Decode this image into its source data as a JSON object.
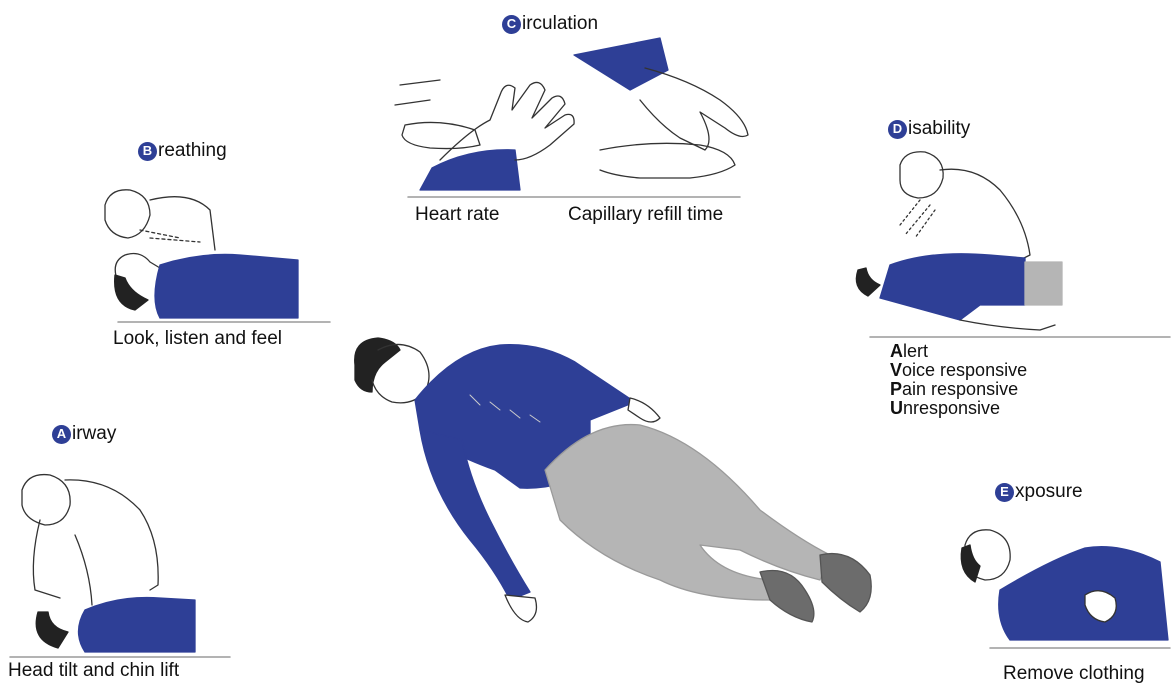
{
  "colors": {
    "accent": "#2e3f96",
    "grey": "#b5b5b5",
    "dark_grey": "#6c6c6c",
    "line": "#9a9a9a"
  },
  "sections": {
    "circulation": {
      "letter": "C",
      "rest": "irculation",
      "captions": [
        "Heart rate",
        "Capillary refill time"
      ],
      "icon": "hands-pulse-check-icon"
    },
    "breathing": {
      "letter": "B",
      "rest": "reathing",
      "caption": "Look, listen and feel",
      "icon": "rescuer-listening-icon"
    },
    "disability": {
      "letter": "D",
      "rest": "isability",
      "avpu": [
        {
          "initial": "A",
          "rest": "lert"
        },
        {
          "initial": "V",
          "rest": "oice responsive"
        },
        {
          "initial": "P",
          "rest": "ain responsive"
        },
        {
          "initial": "U",
          "rest": "nresponsive"
        }
      ],
      "icon": "rescuer-shouting-icon"
    },
    "airway": {
      "letter": "A",
      "rest": "irway",
      "caption": "Head tilt and chin lift",
      "icon": "head-tilt-chin-lift-icon"
    },
    "exposure": {
      "letter": "E",
      "rest": "xposure",
      "caption": "Remove clothing",
      "icon": "unbuttoning-clothes-icon"
    }
  },
  "center_figure_icon": "casualty-lying-icon"
}
